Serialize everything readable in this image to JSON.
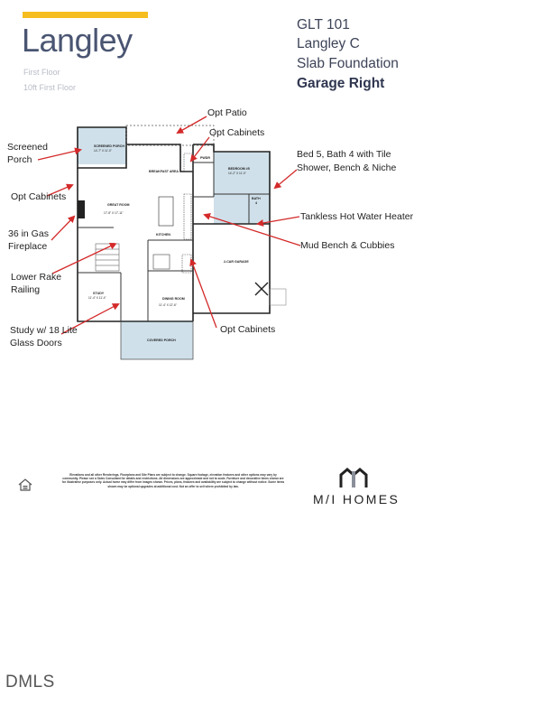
{
  "header": {
    "title": "Langley",
    "floor": "First Floor",
    "ceiling": "10ft First Floor"
  },
  "plan_info": {
    "line1": "GLT 101",
    "line2": "Langley C",
    "line3": "Slab Foundation",
    "line4": "Garage Right"
  },
  "annotations": {
    "opt_patio": "Opt Patio",
    "opt_cabinets_top": "Opt Cabinets",
    "screened_porch_1": "Screened",
    "screened_porch_2": "Porch",
    "bed5_1": "Bed 5, Bath 4 with Tile",
    "bed5_2": "Shower, Bench & Niche",
    "opt_cabinets_left": "Opt Cabinets",
    "tankless": "Tankless Hot Water Heater",
    "fireplace_1": "36 in Gas",
    "fireplace_2": "Fireplace",
    "mud_bench": "Mud Bench  & Cubbies",
    "lower_rake_1": "Lower Rake",
    "lower_rake_2": "Railing",
    "opt_cabinets_bottom": "Opt Cabinets",
    "study_1": "Study w/ 18 Lite",
    "study_2": "Glass Doors"
  },
  "rooms": {
    "screened_porch": "SCREENED PORCH",
    "screened_porch_dim": "14'-7\" X 11'-0\"",
    "breakfast": "BREAKFAST AREA",
    "bedroom5": "BEDROOM #5",
    "bedroom5_dim": "14'-2\" X 11'-0\"",
    "powder": "PWDR",
    "bath": "BATH",
    "bath_num": "4",
    "great_room": "GREAT ROOM",
    "great_room_dim": "17'-8\" X 17'-11\"",
    "kitchen": "KITCHEN",
    "garage": "2-CAR GARAGE",
    "study": "STUDY",
    "study_dim": "11'-4\" X 11'-4\"",
    "dining": "DINING ROOM",
    "dining_dim": "11'-4\" X 12'-6\"",
    "covered_porch": "COVERED PORCH"
  },
  "footer": {
    "disclaimer": "Elevations and all other Renderings, Floorplans and Site Plans are subject to change. Square footage, elevation features and other options may vary by community. Please see a Sales Consultant for details and restrictions. All dimensions are approximate and not to scale. Furniture and decorative items shown are for illustrative purposes only. Actual home may differ from images shown. Prices, plans, features and availability are subject to change without notice. Some items shown may be optional upgrades at additional cost. Not an offer to sell where prohibited by law.",
    "brand": "M/I HOMES",
    "watermark": "DMLS"
  },
  "colors": {
    "accent": "#f5be1e",
    "title": "#4a5572",
    "arrow": "#d42a2a",
    "highlight_room": "#cfe0ea"
  }
}
